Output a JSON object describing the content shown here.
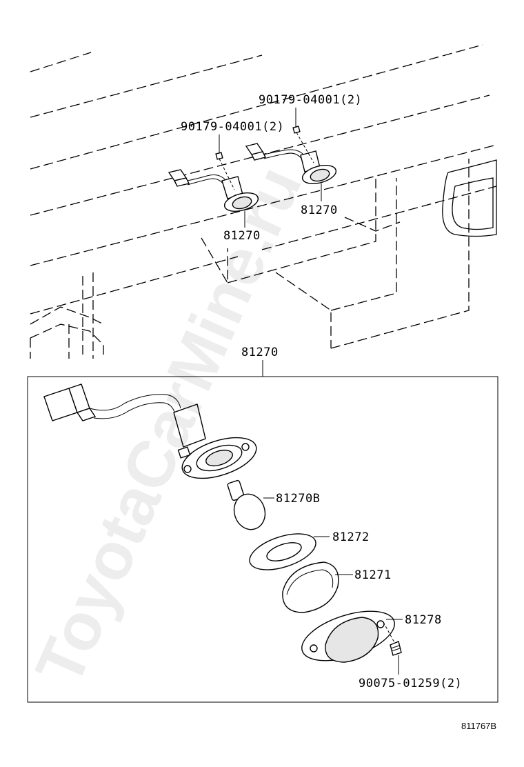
{
  "watermark": "ToyotaCarMine.ru",
  "figure_code": "811767B",
  "labels": {
    "screw_top_right": "90179-04001(2)",
    "screw_top_left": "90179-04001(2)",
    "lamp_right": "81270",
    "lamp_left": "81270",
    "assembly": "81270",
    "bulb": "81270B",
    "gasket": "81272",
    "lens": "81271",
    "housing": "81278",
    "screw_bottom": "90075-01259(2)"
  }
}
